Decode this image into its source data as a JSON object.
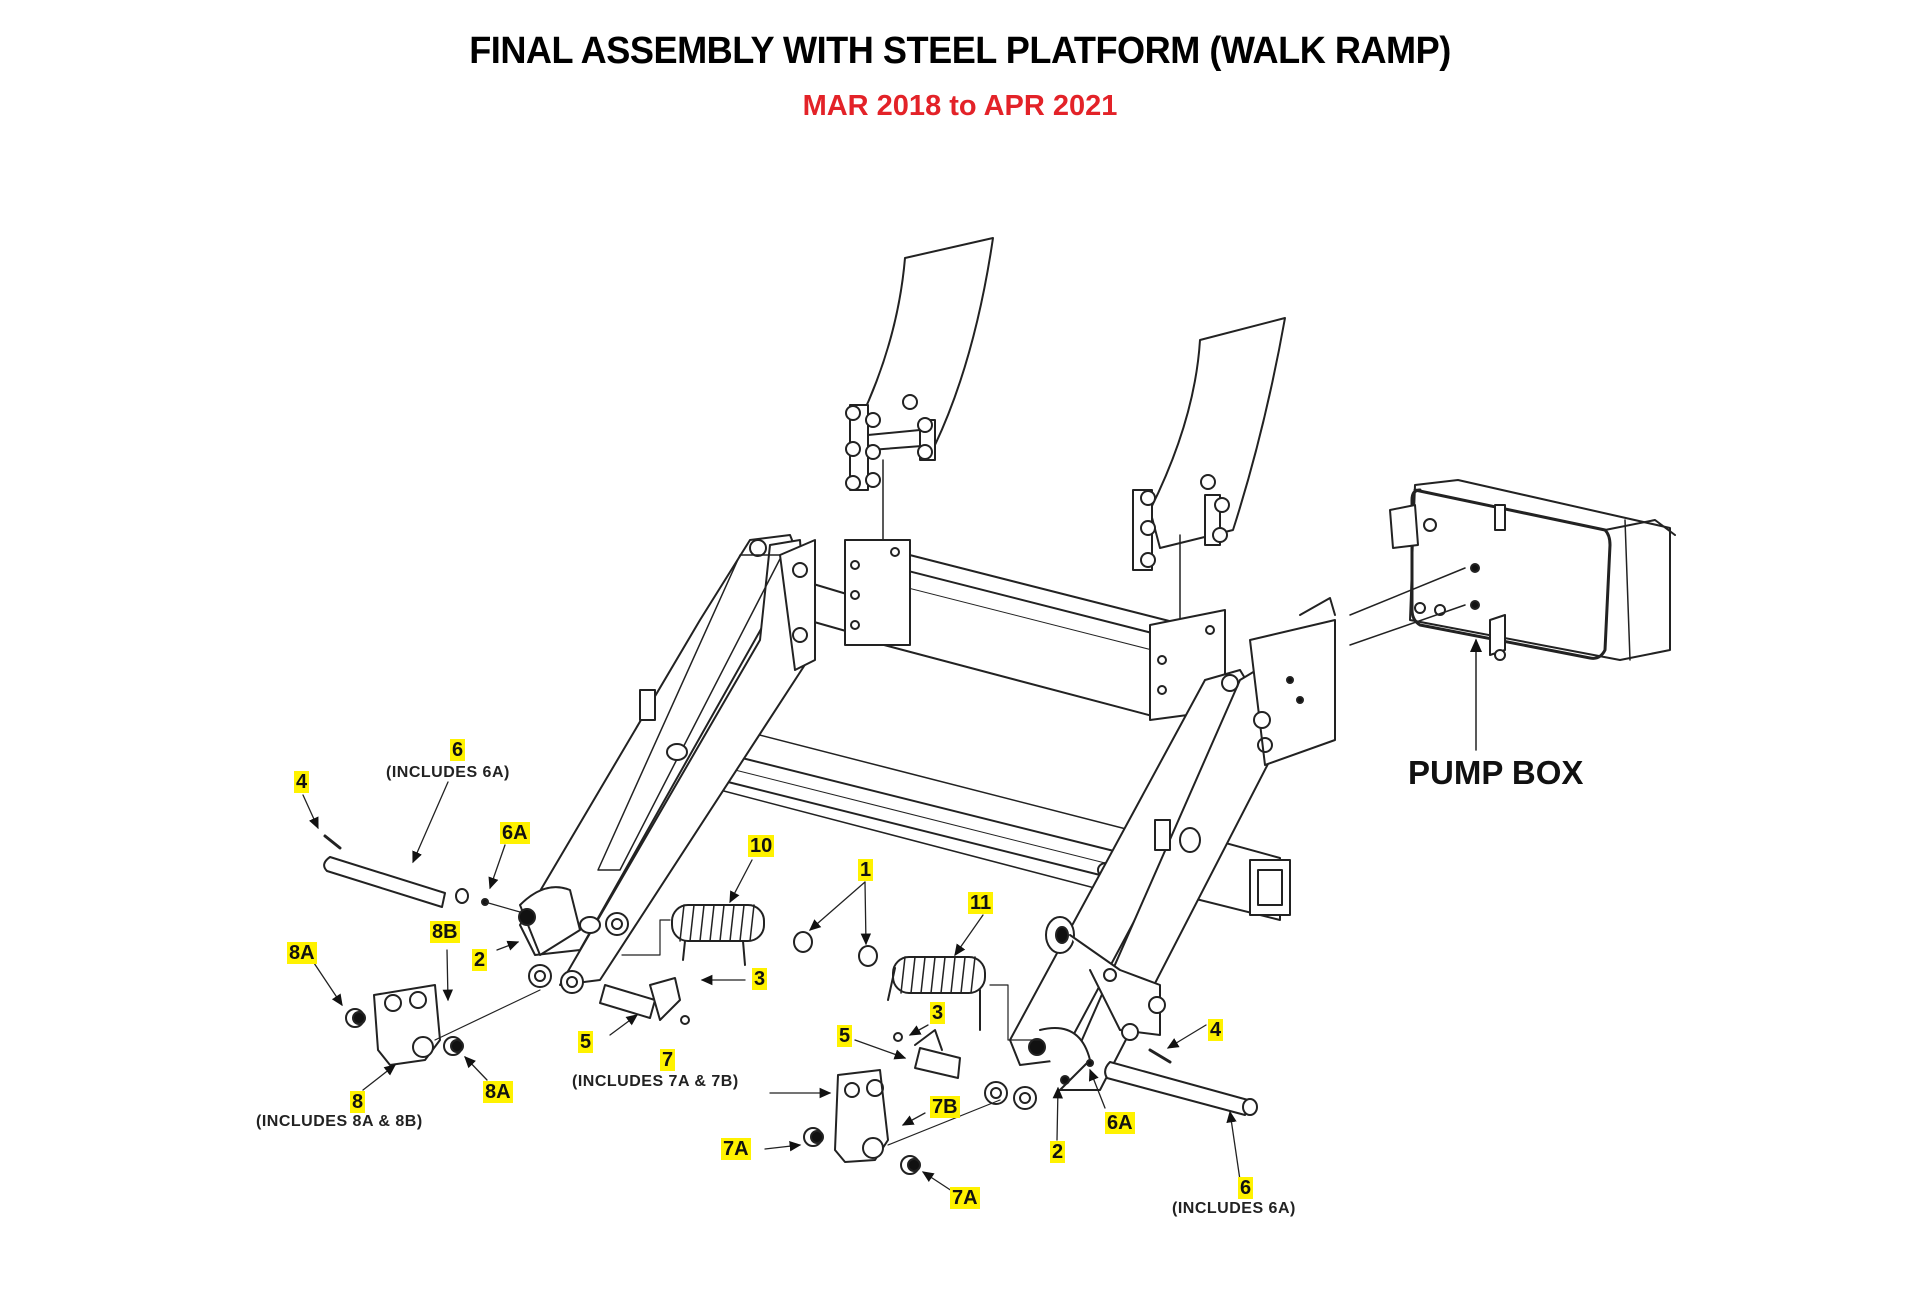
{
  "header": {
    "title": "FINAL ASSEMBLY WITH STEEL PLATFORM (WALK RAMP)",
    "date_range": "MAR 2018 to APR 2021"
  },
  "colors": {
    "title": "#000000",
    "date_range": "#e32228",
    "callout_highlight": "#fff200",
    "line": "#222222"
  },
  "labels": {
    "pump_box": "PUMP BOX"
  },
  "callouts": [
    {
      "id": "c-4-left",
      "part": "4"
    },
    {
      "id": "c-6-left",
      "part": "6",
      "note": "(INCLUDES 6A)"
    },
    {
      "id": "c-6a-left",
      "part": "6A"
    },
    {
      "id": "c-8a-left",
      "part": "8A"
    },
    {
      "id": "c-8b",
      "part": "8B"
    },
    {
      "id": "c-2-left",
      "part": "2"
    },
    {
      "id": "c-8a-right",
      "part": "8A"
    },
    {
      "id": "c-8",
      "part": "8",
      "note": "(INCLUDES 8A & 8B)"
    },
    {
      "id": "c-10",
      "part": "10"
    },
    {
      "id": "c-1",
      "part": "1"
    },
    {
      "id": "c-11",
      "part": "11"
    },
    {
      "id": "c-3-left",
      "part": "3"
    },
    {
      "id": "c-5-left",
      "part": "5"
    },
    {
      "id": "c-7",
      "part": "7",
      "note": "(INCLUDES 7A & 7B)"
    },
    {
      "id": "c-3-right",
      "part": "3"
    },
    {
      "id": "c-5-right",
      "part": "5"
    },
    {
      "id": "c-7b",
      "part": "7B"
    },
    {
      "id": "c-7a-left",
      "part": "7A"
    },
    {
      "id": "c-7a-right",
      "part": "7A"
    },
    {
      "id": "c-2-right",
      "part": "2"
    },
    {
      "id": "c-6a-right",
      "part": "6A"
    },
    {
      "id": "c-4-right",
      "part": "4"
    },
    {
      "id": "c-6-right",
      "part": "6",
      "note": "(INCLUDES 6A)"
    }
  ]
}
